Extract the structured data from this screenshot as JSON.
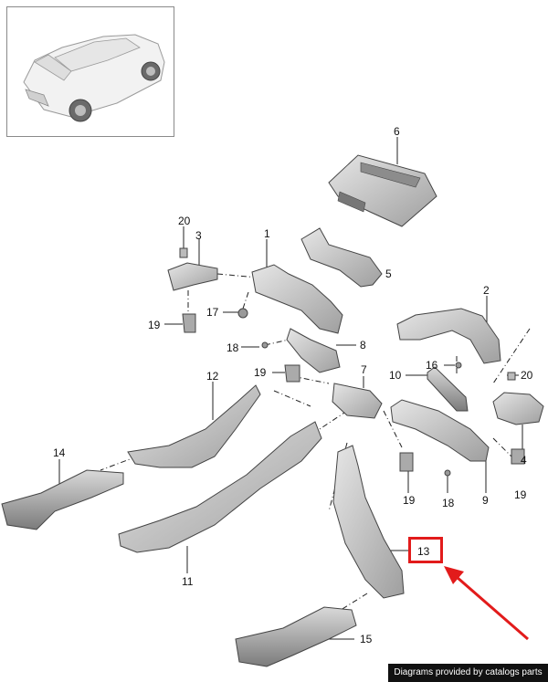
{
  "callouts": {
    "c1": "1",
    "c2": "2",
    "c3": "3",
    "c4": "4",
    "c5": "5",
    "c6": "6",
    "c7": "7",
    "c8": "8",
    "c9": "9",
    "c10": "10",
    "c11": "11",
    "c12": "12",
    "c13": "13",
    "c14": "14",
    "c15": "15",
    "c16": "16",
    "c17": "17",
    "c18a": "18",
    "c18b": "18",
    "c19a": "19",
    "c19b": "19",
    "c19c": "19",
    "c19d": "19",
    "c20a": "20",
    "c20b": "20"
  },
  "highlight": {
    "label": "13",
    "color": "#e21b1b"
  },
  "footer": {
    "text": "Diagrams provided by catalogs parts"
  },
  "colors": {
    "part_fill": "#cfcfcf",
    "part_stroke": "#555555",
    "arrow": "#e21b1b"
  }
}
